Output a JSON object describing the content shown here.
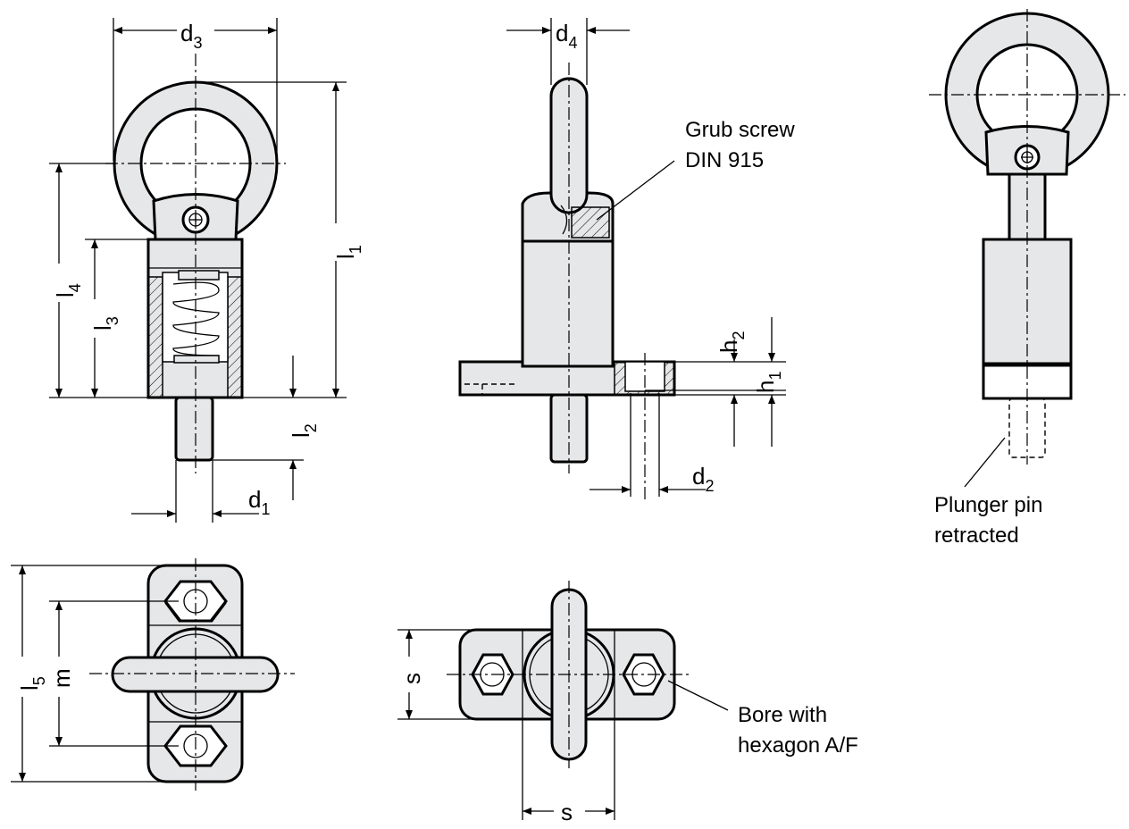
{
  "labels": {
    "d1": {
      "main": "d",
      "sub": "1"
    },
    "d2": {
      "main": "d",
      "sub": "2"
    },
    "d3": {
      "main": "d",
      "sub": "3"
    },
    "d4": {
      "main": "d",
      "sub": "4"
    },
    "l1": {
      "main": "l",
      "sub": "1"
    },
    "l2": {
      "main": "l",
      "sub": "2"
    },
    "l3": {
      "main": "l",
      "sub": "3"
    },
    "l4": {
      "main": "l",
      "sub": "4"
    },
    "l5": {
      "main": "l",
      "sub": "5"
    },
    "h1": {
      "main": "h",
      "sub": "1"
    },
    "h2": {
      "main": "h",
      "sub": "2"
    },
    "m": "m",
    "s_front": "s",
    "s_bottom": "s"
  },
  "notes": {
    "grub_screw": [
      "Grub screw",
      "DIN 915"
    ],
    "plunger_pin": [
      "Plunger pin",
      "retracted"
    ],
    "bore": [
      "Bore with",
      "hexagon A/F"
    ]
  },
  "colors": {
    "part_fill": "#e6e7e8",
    "line": "#000000",
    "background": "#ffffff"
  }
}
